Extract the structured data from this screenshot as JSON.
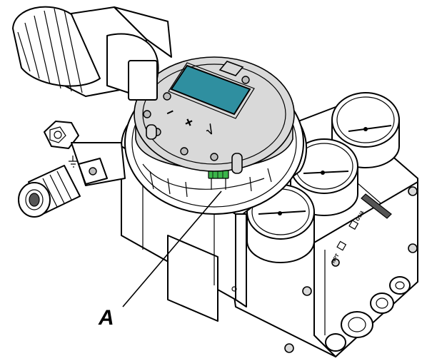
{
  "callout": {
    "label": "A"
  },
  "keypad": {
    "minus": "−",
    "plus": "+",
    "enter": "√"
  },
  "plate_labels": {
    "left": "NPT",
    "right": "G1/4"
  },
  "colors": {
    "display": "#2f8fa0",
    "terminal": "#3bb54a",
    "body": "#ffffff",
    "lid": "#d9d9d9"
  }
}
